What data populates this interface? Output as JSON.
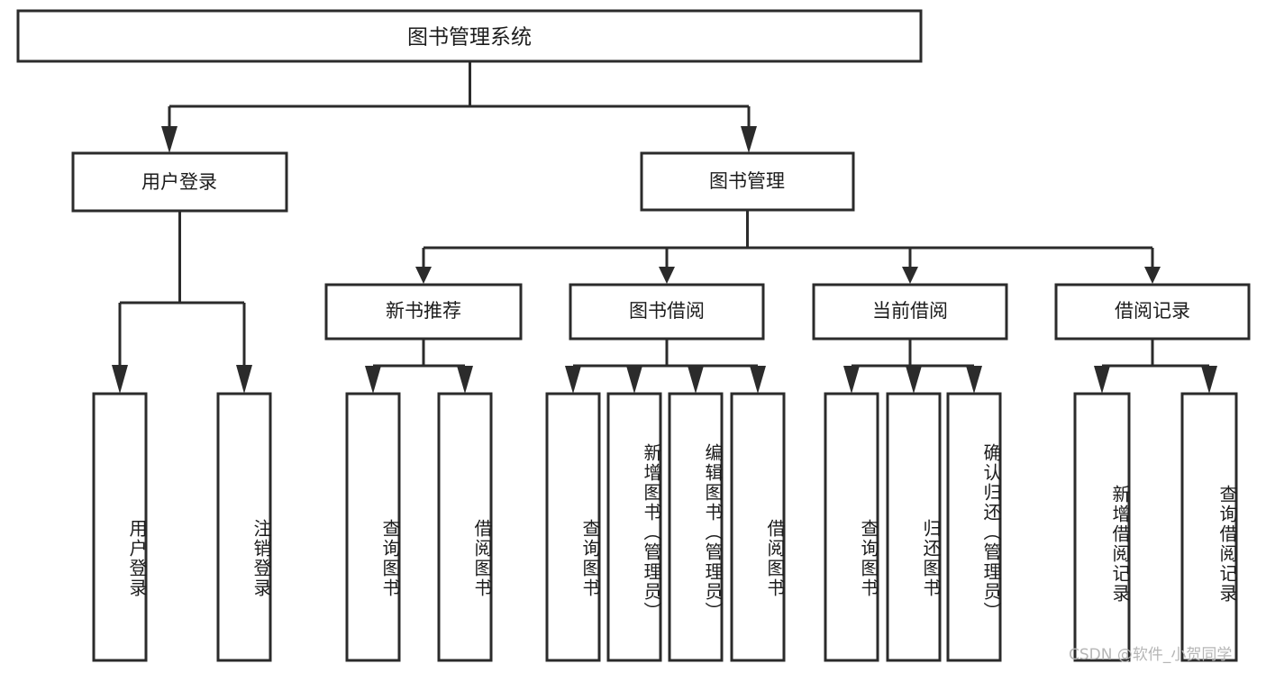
{
  "diagram": {
    "type": "tree",
    "title": "图书管理系统",
    "root": {
      "label": "图书管理系统"
    },
    "level1": [
      {
        "label": "用户登录"
      },
      {
        "label": "图书管理"
      }
    ],
    "level2": [
      {
        "label": "新书推荐"
      },
      {
        "label": "图书借阅"
      },
      {
        "label": "当前借阅"
      },
      {
        "label": "借阅记录"
      }
    ],
    "leaves": {
      "user_login": [
        {
          "label": "用户登录"
        },
        {
          "label": "注销登录"
        }
      ],
      "new_book_recommend": [
        {
          "label": "查询图书"
        },
        {
          "label": "借阅图书"
        }
      ],
      "book_borrow": [
        {
          "label": "查询图书"
        },
        {
          "label": "新增图书（管理员）"
        },
        {
          "label": "编辑图书（管理员）"
        },
        {
          "label": "借阅图书"
        }
      ],
      "current_borrow": [
        {
          "label": "查询图书"
        },
        {
          "label": "归还图书"
        },
        {
          "label": "确认归还（管理员）"
        }
      ],
      "borrow_record": [
        {
          "label": "新增借阅记录"
        },
        {
          "label": "查询借阅记录"
        }
      ]
    }
  },
  "watermark": {
    "text": "CSDN @软件_小贺同学"
  },
  "colors": {
    "stroke": "#2b2b2b",
    "box_fill": "#ffffff",
    "text": "#1c1c1c",
    "watermark": "#b6b6b6",
    "background": "#ffffff"
  }
}
